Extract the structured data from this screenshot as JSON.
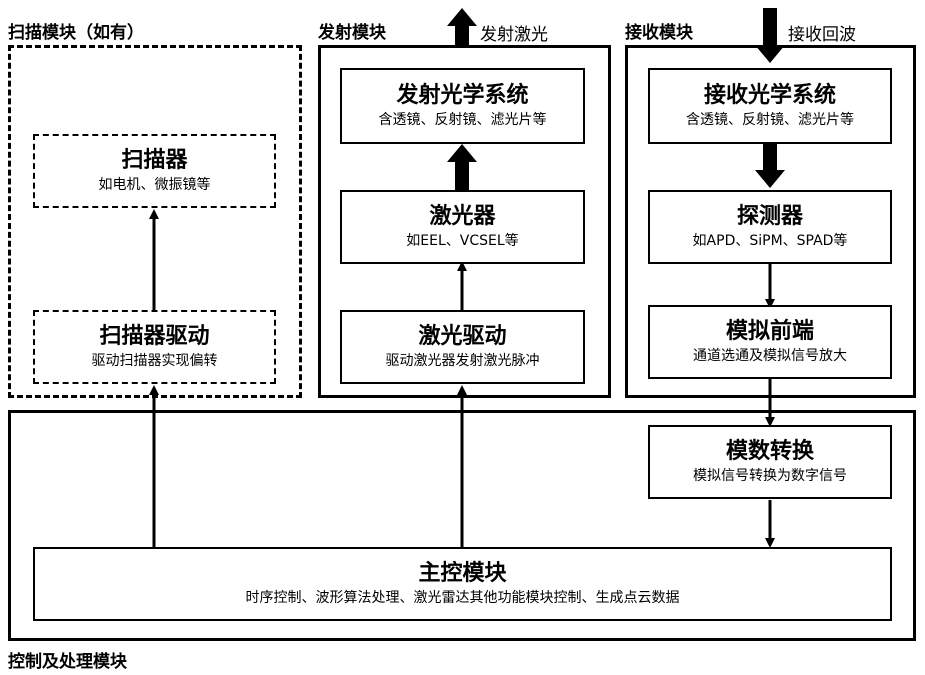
{
  "scan_module": {
    "label": "扫描模块（如有）",
    "scanner": {
      "title": "扫描器",
      "subtitle": "如电机、微振镜等"
    },
    "scanner_driver": {
      "title": "扫描器驱动",
      "subtitle": "驱动扫描器实现偏转"
    }
  },
  "transmit_module": {
    "label": "发射模块",
    "output_label": "发射激光",
    "optics": {
      "title": "发射光学系统",
      "subtitle": "含透镜、反射镜、滤光片等"
    },
    "laser": {
      "title": "激光器",
      "subtitle": "如EEL、VCSEL等"
    },
    "laser_driver": {
      "title": "激光驱动",
      "subtitle": "驱动激光器发射激光脉冲"
    }
  },
  "receive_module": {
    "label": "接收模块",
    "input_label": "接收回波",
    "optics": {
      "title": "接收光学系统",
      "subtitle": "含透镜、反射镜、滤光片等"
    },
    "detector": {
      "title": "探测器",
      "subtitle": "如APD、SiPM、SPAD等"
    },
    "analog_frontend": {
      "title": "模拟前端",
      "subtitle": "通道选通及模拟信号放大"
    }
  },
  "control_module": {
    "label": "控制及处理模块",
    "adc": {
      "title": "模数转换",
      "subtitle": "模拟信号转换为数字信号"
    },
    "main_control": {
      "title": "主控模块",
      "subtitle": "时序控制、波形算法处理、激光雷达其他功能模块控制、生成点云数据"
    }
  }
}
